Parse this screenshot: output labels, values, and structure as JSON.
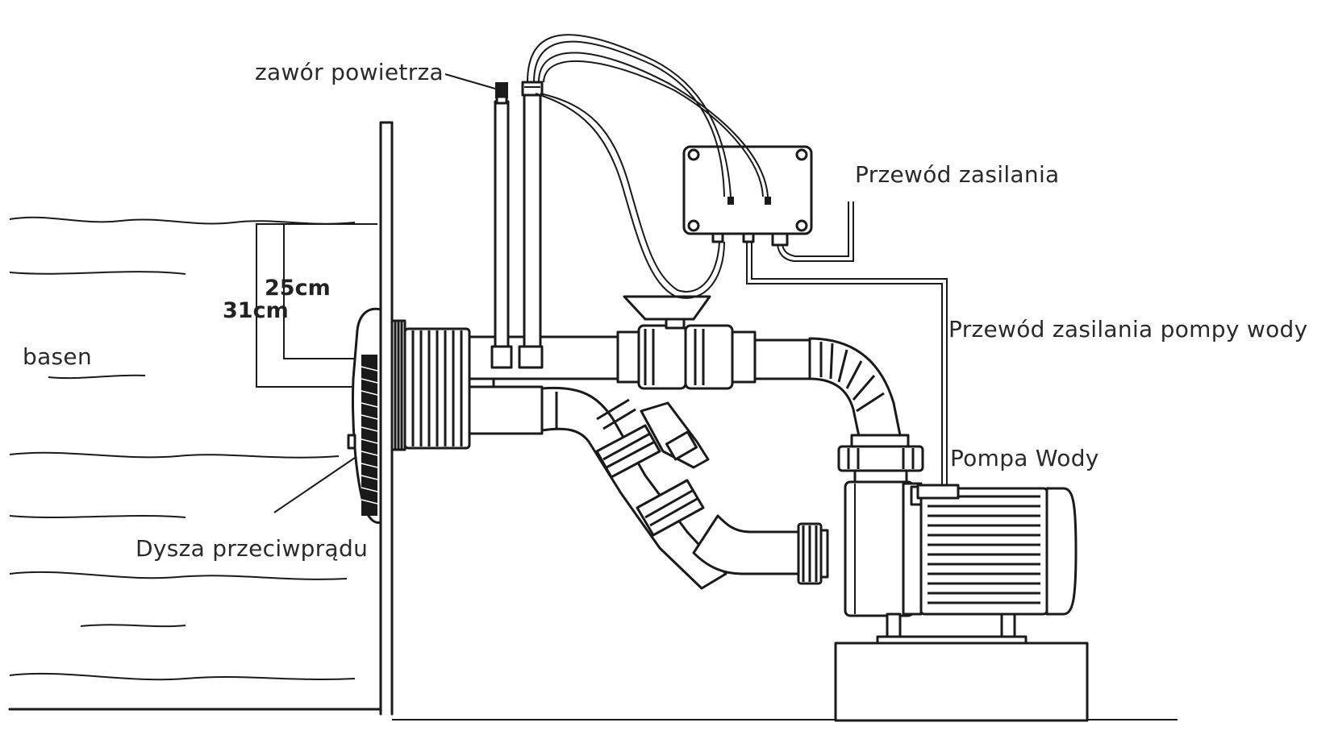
{
  "labels": {
    "air_valve": "zawór powietrza",
    "power_cable": "Przewód zasilania",
    "pump_power_cable": "Przewód zasilania pompy wody",
    "water_pump": "Pompa Wody",
    "pool": "basen",
    "jet_nozzle": "Dysza przeciwprądu"
  },
  "dimensions": {
    "upper": "25cm",
    "lower": "31cm"
  },
  "colors": {
    "line": "#1a1a1a",
    "background": "#ffffff",
    "text": "#2a2a2a"
  }
}
